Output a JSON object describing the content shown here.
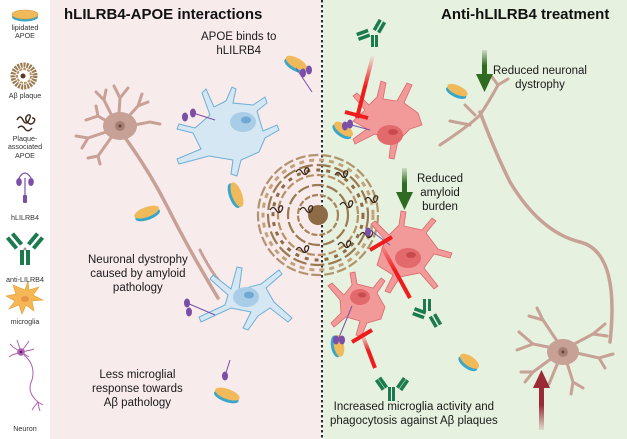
{
  "legend": {
    "items": [
      {
        "icon": "lipidated-apoe-icon",
        "label": "lipidated\nAPOE"
      },
      {
        "icon": "abeta-plaque-icon",
        "label": "Aβ plaque"
      },
      {
        "icon": "plaque-associated-apoe-icon",
        "label": "Plaque-\nassociated\nAPOE"
      },
      {
        "icon": "hlilrb4-receptor-icon",
        "label": "hLILRB4"
      },
      {
        "icon": "antibody-icon",
        "label": "anti-LILRB4"
      },
      {
        "icon": "microglia-icon",
        "label": "microglia"
      },
      {
        "icon": "neuron-icon",
        "label": "Neuron"
      }
    ]
  },
  "left_panel": {
    "title": "hLILRB4-APOE interactions",
    "captions": {
      "apoe_binds": "APOE binds to\nhLILRB4",
      "neuronal_dystrophy": "Neuronal dystrophy\ncaused by amyloid\npathology",
      "less_response": "Less microglial\nresponse towards\nAβ pathology"
    }
  },
  "right_panel": {
    "title": "Anti-hLILRB4 treatment",
    "captions": {
      "reduced_dystrophy": "Reduced neuronal\ndystrophy",
      "reduced_burden": "Reduced\namyloid\nburden",
      "increased_activity": "Increased microglia activity and\nphagocytosis against Aβ plaques"
    }
  },
  "colors": {
    "left_bg": "#f8ebec",
    "right_bg": "#e6f1df",
    "down_arrow": "#2f6b21",
    "up_arrow": "#9a2a35",
    "block_line": "#ee1c1c",
    "microglia_resting": "#d4e7f3",
    "microglia_active": "#f2999a",
    "neuron": "#c7a096",
    "apoe_disc": "#f0b95a",
    "apoe_rim": "#3aa7c9",
    "receptor": "#7b4fa8",
    "antibody": "#1b7a4e",
    "plaque": "#a6845b"
  }
}
